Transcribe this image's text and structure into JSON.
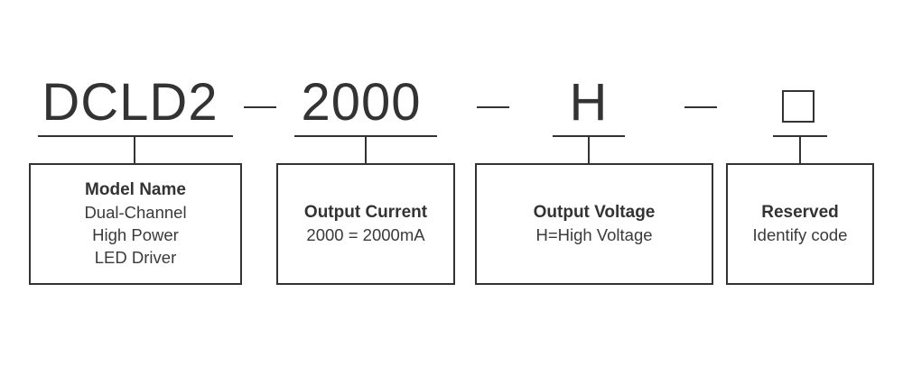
{
  "segments": [
    {
      "code": "DCLD2",
      "title": "Model Name",
      "description": [
        "Dual-Channel",
        "High Power",
        "LED Driver"
      ]
    },
    {
      "code": "2000",
      "title": "Output Current",
      "description": [
        "2000 = 2000mA"
      ]
    },
    {
      "code": "H",
      "title": "Output Voltage",
      "description": [
        "H=High Voltage"
      ]
    },
    {
      "code": "□",
      "title": "Reserved",
      "description": [
        "Identify code"
      ]
    }
  ],
  "colors": {
    "line": "#333333",
    "text": "#3a3a3a",
    "background": "#ffffff"
  }
}
